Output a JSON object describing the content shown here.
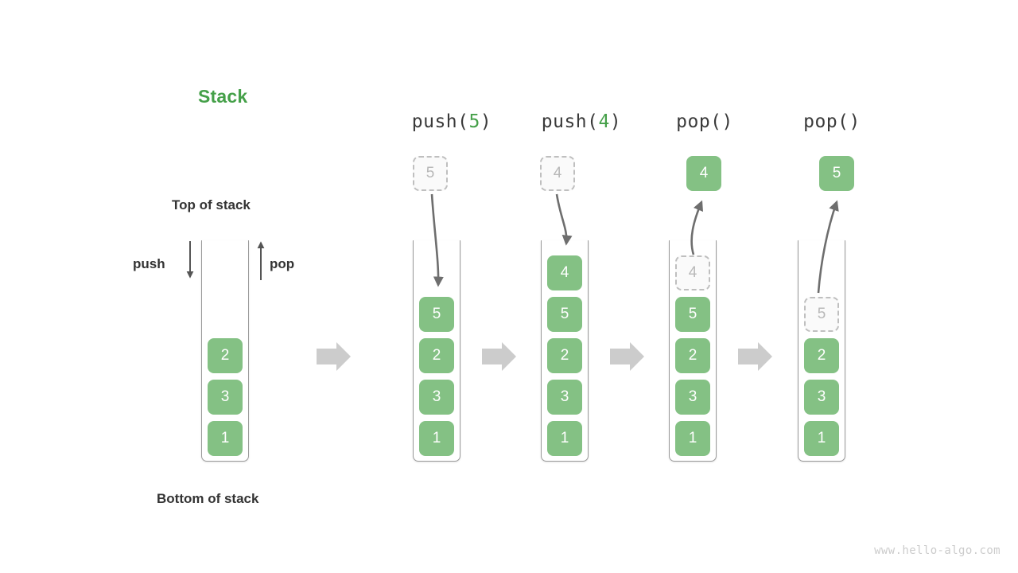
{
  "title": "Stack",
  "labels": {
    "top_of_stack": "Top of stack",
    "bottom_of_stack": "Bottom of stack",
    "push": "push",
    "pop": "pop"
  },
  "watermark": "www.hello-algo.com",
  "colors": {
    "cell_green": "#84c184",
    "title_green": "#45a049",
    "arrow_gray": "#6e6e6e",
    "step_arrow_gray": "#cccccc",
    "ghost_border": "#bfbfbf",
    "ghost_text": "#b8b8b8",
    "container_border": "#9a9a9a"
  },
  "initial_stack": {
    "cells": [
      "2",
      "3",
      "1"
    ]
  },
  "steps": [
    {
      "header_prefix": "push(",
      "header_arg": "5",
      "header_suffix": ")",
      "floating_cell": {
        "value": "5",
        "state": "ghost"
      },
      "arrow_direction": "into-stack",
      "cells": [
        "5",
        "2",
        "3",
        "1"
      ],
      "cell_states": [
        "filled",
        "filled",
        "filled",
        "filled"
      ]
    },
    {
      "header_prefix": "push(",
      "header_arg": "4",
      "header_suffix": ")",
      "floating_cell": {
        "value": "4",
        "state": "ghost"
      },
      "arrow_direction": "into-stack",
      "cells": [
        "4",
        "5",
        "2",
        "3",
        "1"
      ],
      "cell_states": [
        "filled",
        "filled",
        "filled",
        "filled",
        "filled"
      ]
    },
    {
      "header_prefix": "pop(",
      "header_arg": "",
      "header_suffix": ")",
      "floating_cell": {
        "value": "4",
        "state": "filled"
      },
      "arrow_direction": "out-of-stack",
      "cells": [
        "4",
        "5",
        "2",
        "3",
        "1"
      ],
      "cell_states": [
        "ghost",
        "filled",
        "filled",
        "filled",
        "filled"
      ]
    },
    {
      "header_prefix": "pop(",
      "header_arg": "",
      "header_suffix": ")",
      "floating_cell": {
        "value": "5",
        "state": "filled"
      },
      "arrow_direction": "out-of-stack",
      "cells": [
        "5",
        "2",
        "3",
        "1"
      ],
      "cell_states": [
        "ghost",
        "filled",
        "filled",
        "filled"
      ]
    }
  ]
}
